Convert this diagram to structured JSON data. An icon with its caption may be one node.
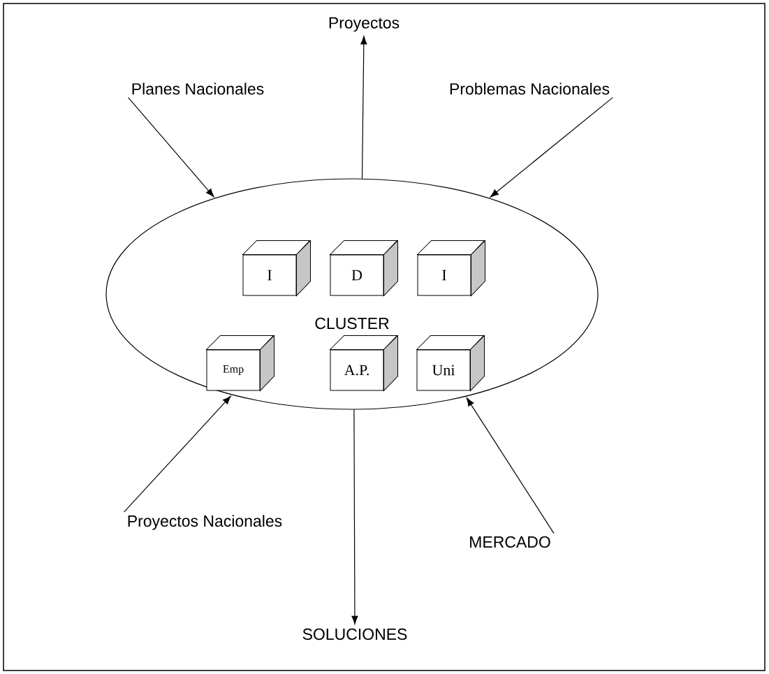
{
  "diagram": {
    "nodes": [
      {
        "text": [
          "CLUSTER"
        ]
      },
      {
        "text": [
          "I"
        ],
        "in": 0
      },
      {
        "text": [
          "D"
        ],
        "in": 0
      },
      {
        "text": [
          "I"
        ],
        "in": 0
      },
      {
        "text": [
          "Emp"
        ],
        "in": 0
      },
      {
        "text": [
          "A.P."
        ],
        "in": 0
      },
      {
        "text": [
          "Uni"
        ],
        "in": 0
      },
      {
        "text": [
          "Planes Nacionales"
        ]
      },
      {
        "text": [
          "Proyectos"
        ]
      },
      {
        "text": [
          "Problemas Nacionales"
        ]
      },
      {
        "text": [
          "Proyectos Nacionales"
        ]
      },
      {
        "text": [
          "SOLUCIONES"
        ]
      },
      {
        "text": [
          "MERCADO"
        ]
      }
    ],
    "edges": [
      {
        "from": 7,
        "to": 0,
        "arrow": "to"
      },
      {
        "from": 0,
        "to": 8,
        "arrow": "to"
      },
      {
        "from": 9,
        "to": 0,
        "arrow": "to"
      },
      {
        "from": 10,
        "to": 0,
        "arrow": "to"
      },
      {
        "from": 0,
        "to": 11,
        "arrow": "to"
      },
      {
        "from": 12,
        "to": 0,
        "arrow": "to"
      }
    ]
  }
}
